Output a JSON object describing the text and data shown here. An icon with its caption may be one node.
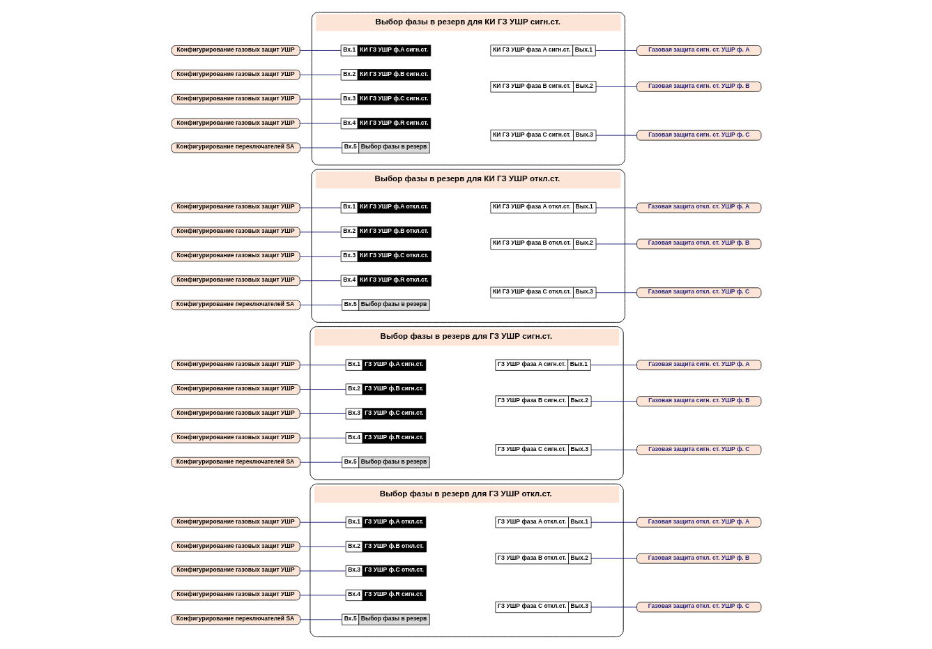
{
  "diagram": {
    "nodes": [
      {
        "text": [
          "Конфигурирование газовых защит УШР"
        ]
      },
      {
        "text": [
          "Конфигурирование газовых защит УШР"
        ]
      },
      {
        "text": [
          "Конфигурирование газовых защит УШР"
        ]
      },
      {
        "text": [
          "Конфигурирование газовых защит УШР"
        ]
      },
      {
        "text": [
          "Конфигурирование переключателей SA"
        ]
      },
      {
        "text": [
          "Выбор фазы в резерв для КИ ГЗ УШР сигн.ст."
        ]
      },
      {
        "text": [
          "Вх.1",
          "КИ ГЗ УШР ф.A сигн.ст."
        ],
        "in": 5
      },
      {
        "text": [
          "Вх.2",
          "КИ ГЗ УШР ф.B сигн.ст."
        ],
        "in": 5
      },
      {
        "text": [
          "Вх.3",
          "КИ ГЗ УШР ф.C сигн.ст."
        ],
        "in": 5
      },
      {
        "text": [
          "Вх.4",
          "КИ ГЗ УШР ф.R сигн.ст."
        ],
        "in": 5
      },
      {
        "text": [
          "Вх.5",
          "Выбор фазы в резерв"
        ],
        "in": 5
      },
      {
        "text": [
          "КИ ГЗ УШР фаза A сигн.ст.",
          "Вых.1"
        ],
        "in": 5
      },
      {
        "text": [
          "КИ ГЗ УШР фаза B сигн.ст.",
          "Вых.2"
        ],
        "in": 5
      },
      {
        "text": [
          "КИ ГЗ УШР фаза C сигн.ст.",
          "Вых.3"
        ],
        "in": 5
      },
      {
        "text": [
          "Газовая защита сигн. ст. УШР ф. A"
        ]
      },
      {
        "text": [
          "Газовая защита сигн. ст. УШР ф. B"
        ]
      },
      {
        "text": [
          "Газовая защита сигн. ст. УШР ф. C"
        ]
      },
      {
        "text": [
          "Конфигурирование газовых защит УШР"
        ]
      },
      {
        "text": [
          "Конфигурирование газовых защит УШР"
        ]
      },
      {
        "text": [
          "Конфигурирование газовых защит УШР"
        ]
      },
      {
        "text": [
          "Конфигурирование газовых защит УШР"
        ]
      },
      {
        "text": [
          "Конфигурирование переключателей SA"
        ]
      },
      {
        "text": [
          "Выбор фазы в резерв для КИ ГЗ УШР откл.ст."
        ]
      },
      {
        "text": [
          "Вх.1",
          "КИ ГЗ УШР ф.A откл.ст."
        ],
        "in": 22
      },
      {
        "text": [
          "Вх.2",
          "КИ ГЗ УШР ф.B откл.ст."
        ],
        "in": 22
      },
      {
        "text": [
          "Вх.3",
          "КИ ГЗ УШР ф.C откл.ст."
        ],
        "in": 22
      },
      {
        "text": [
          "Вх.4",
          "КИ ГЗ УШР ф.R откл.ст."
        ],
        "in": 22
      },
      {
        "text": [
          "Вх.5",
          "Выбор фазы в резерв"
        ],
        "in": 22
      },
      {
        "text": [
          "КИ ГЗ УШР фаза A откл.ст.",
          "Вых.1"
        ],
        "in": 22
      },
      {
        "text": [
          "КИ ГЗ УШР фаза B откл.ст.",
          "Вых.2"
        ],
        "in": 22
      },
      {
        "text": [
          "КИ ГЗ УШР фаза C откл.ст.",
          "Вых.3"
        ],
        "in": 22
      },
      {
        "text": [
          "Газовая защита откл. ст. УШР ф. A"
        ]
      },
      {
        "text": [
          "Газовая защита откл. ст. УШР ф. B"
        ]
      },
      {
        "text": [
          "Газовая защита откл. ст. УШР ф. C"
        ]
      },
      {
        "text": [
          "Конфигурирование газовых защит УШР"
        ]
      },
      {
        "text": [
          "Конфигурирование газовых защит УШР"
        ]
      },
      {
        "text": [
          "Конфигурирование газовых защит УШР"
        ]
      },
      {
        "text": [
          "Конфигурирование газовых защит УШР"
        ]
      },
      {
        "text": [
          "Конфигурирование переключателей SA"
        ]
      },
      {
        "text": [
          "Выбор фазы в резерв для ГЗ УШР сигн.ст."
        ]
      },
      {
        "text": [
          "Вх.1",
          "ГЗ УШР ф.A сигн.ст."
        ],
        "in": 39
      },
      {
        "text": [
          "Вх.2",
          "ГЗ УШР ф.B сигн.ст."
        ],
        "in": 39
      },
      {
        "text": [
          "Вх.3",
          "ГЗ УШР ф.C сигн.ст."
        ],
        "in": 39
      },
      {
        "text": [
          "Вх.4",
          "ГЗ УШР ф.R сигн.ст."
        ],
        "in": 39
      },
      {
        "text": [
          "Вх.5",
          "Выбор фазы в резерв"
        ],
        "in": 39
      },
      {
        "text": [
          "ГЗ УШР фаза A сигн.ст.",
          "Вых.1"
        ],
        "in": 39
      },
      {
        "text": [
          "ГЗ УШР фаза B сигн.ст.",
          "Вых.2"
        ],
        "in": 39
      },
      {
        "text": [
          "ГЗ УШР фаза C сигн.ст.",
          "Вых.3"
        ],
        "in": 39
      },
      {
        "text": [
          "Газовая защита сигн. ст. УШР ф. A"
        ]
      },
      {
        "text": [
          "Газовая защита сигн. ст. УШР ф. B"
        ]
      },
      {
        "text": [
          "Газовая защита сигн. ст. УШР ф. C"
        ]
      },
      {
        "text": [
          "Конфигурирование газовых защит УШР"
        ]
      },
      {
        "text": [
          "Конфигурирование газовых защит УШР"
        ]
      },
      {
        "text": [
          "Конфигурирование газовых защит УШР"
        ]
      },
      {
        "text": [
          "Конфигурирование газовых защит УШР"
        ]
      },
      {
        "text": [
          "Конфигурирование переключателей SA"
        ]
      },
      {
        "text": [
          "Выбор фазы в резерв для ГЗ УШР откл.ст."
        ]
      },
      {
        "text": [
          "Вх.1",
          "ГЗ УШР ф.A откл.ст."
        ],
        "in": 56
      },
      {
        "text": [
          "Вх.2",
          "ГЗ УШР ф.B откл.ст."
        ],
        "in": 56
      },
      {
        "text": [
          "Вх.3",
          "ГЗ УШР ф.C откл.ст."
        ],
        "in": 56
      },
      {
        "text": [
          "Вх.4",
          "ГЗ УШР ф.R сигн.ст."
        ],
        "in": 56
      },
      {
        "text": [
          "Вх.5",
          "Выбор фазы в резерв"
        ],
        "in": 56
      },
      {
        "text": [
          "ГЗ УШР фаза A откл.ст.",
          "Вых.1"
        ],
        "in": 56
      },
      {
        "text": [
          "ГЗ УШР фаза B откл.ст.",
          "Вых.2"
        ],
        "in": 56
      },
      {
        "text": [
          "ГЗ УШР фаза C откл.ст.",
          "Вых.3"
        ],
        "in": 56
      },
      {
        "text": [
          "Газовая защита откл. ст. УШР ф. A"
        ]
      },
      {
        "text": [
          "Газовая защита откл. ст. УШР ф. B"
        ]
      },
      {
        "text": [
          "Газовая защита откл. ст. УШР ф. C"
        ]
      }
    ],
    "edges": [
      {
        "from": 0,
        "to": 6,
        "arrow": "none"
      },
      {
        "from": 1,
        "to": 7,
        "arrow": "none"
      },
      {
        "from": 2,
        "to": 8,
        "arrow": "none"
      },
      {
        "from": 3,
        "to": 9,
        "arrow": "none"
      },
      {
        "from": 4,
        "to": 10,
        "arrow": "none"
      },
      {
        "from": 11,
        "to": 14,
        "arrow": "none"
      },
      {
        "from": 12,
        "to": 15,
        "arrow": "none"
      },
      {
        "from": 13,
        "to": 16,
        "arrow": "none"
      },
      {
        "from": 17,
        "to": 23,
        "arrow": "none"
      },
      {
        "from": 18,
        "to": 24,
        "arrow": "none"
      },
      {
        "from": 19,
        "to": 25,
        "arrow": "none"
      },
      {
        "from": 20,
        "to": 26,
        "arrow": "none"
      },
      {
        "from": 21,
        "to": 27,
        "arrow": "none"
      },
      {
        "from": 28,
        "to": 31,
        "arrow": "none"
      },
      {
        "from": 29,
        "to": 32,
        "arrow": "none"
      },
      {
        "from": 30,
        "to": 33,
        "arrow": "none"
      },
      {
        "from": 34,
        "to": 40,
        "arrow": "none"
      },
      {
        "from": 35,
        "to": 41,
        "arrow": "none"
      },
      {
        "from": 36,
        "to": 42,
        "arrow": "none"
      },
      {
        "from": 37,
        "to": 43,
        "arrow": "none"
      },
      {
        "from": 38,
        "to": 44,
        "arrow": "none"
      },
      {
        "from": 45,
        "to": 48,
        "arrow": "none"
      },
      {
        "from": 46,
        "to": 49,
        "arrow": "none"
      },
      {
        "from": 47,
        "to": 50,
        "arrow": "none"
      },
      {
        "from": 51,
        "to": 57,
        "arrow": "none"
      },
      {
        "from": 52,
        "to": 58,
        "arrow": "none"
      },
      {
        "from": 53,
        "to": 59,
        "arrow": "none"
      },
      {
        "from": 54,
        "to": 60,
        "arrow": "none"
      },
      {
        "from": 55,
        "to": 61,
        "arrow": "none"
      },
      {
        "from": 62,
        "to": 65,
        "arrow": "none"
      },
      {
        "from": 63,
        "to": 66,
        "arrow": "none"
      },
      {
        "from": 64,
        "to": 67,
        "arrow": "none"
      }
    ]
  }
}
